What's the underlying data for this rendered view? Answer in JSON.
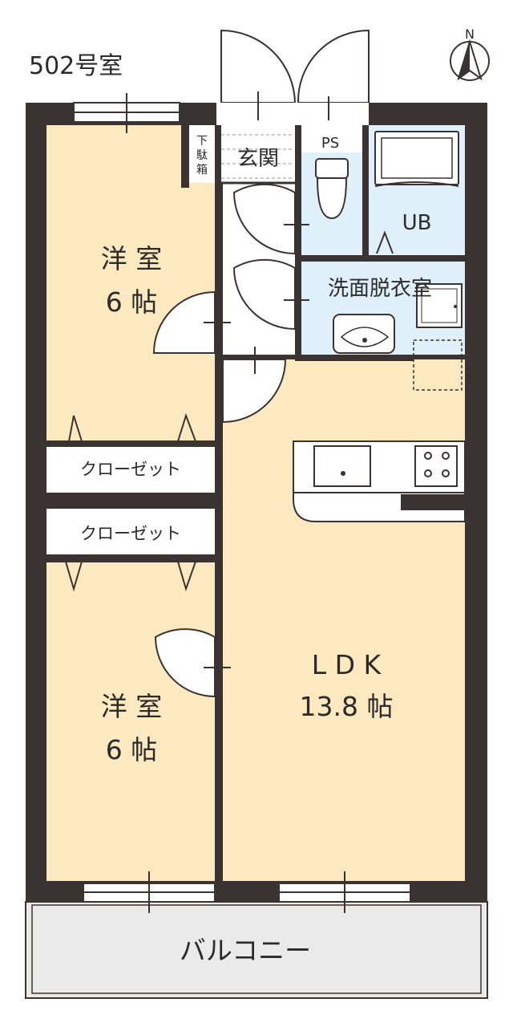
{
  "unit_label": "502号室",
  "compass": {
    "letter": "N"
  },
  "rooms": {
    "western_room_1": {
      "name": "洋 室",
      "size": "6 帖"
    },
    "western_room_2": {
      "name": "洋 室",
      "size": "6 帖"
    },
    "ldk": {
      "name": "L D K",
      "size": "13.8 帖"
    },
    "entrance": {
      "name": "玄関"
    },
    "shoe_box": {
      "line1": "下",
      "line2": "駄",
      "line3": "箱"
    },
    "ps": {
      "name": "PS"
    },
    "unit_bath": {
      "name": "UB"
    },
    "washroom": {
      "name": "洗面脱衣室"
    },
    "closet_1": {
      "name": "クローゼット"
    },
    "closet_2": {
      "name": "クローゼット"
    },
    "balcony": {
      "name": "バルコニー"
    }
  },
  "colors": {
    "wall": "#3a3331",
    "room_floor": "#fde9c0",
    "wet_area": "#dff0fb",
    "balcony": "#eaeaea",
    "corridor": "#ffffff"
  }
}
